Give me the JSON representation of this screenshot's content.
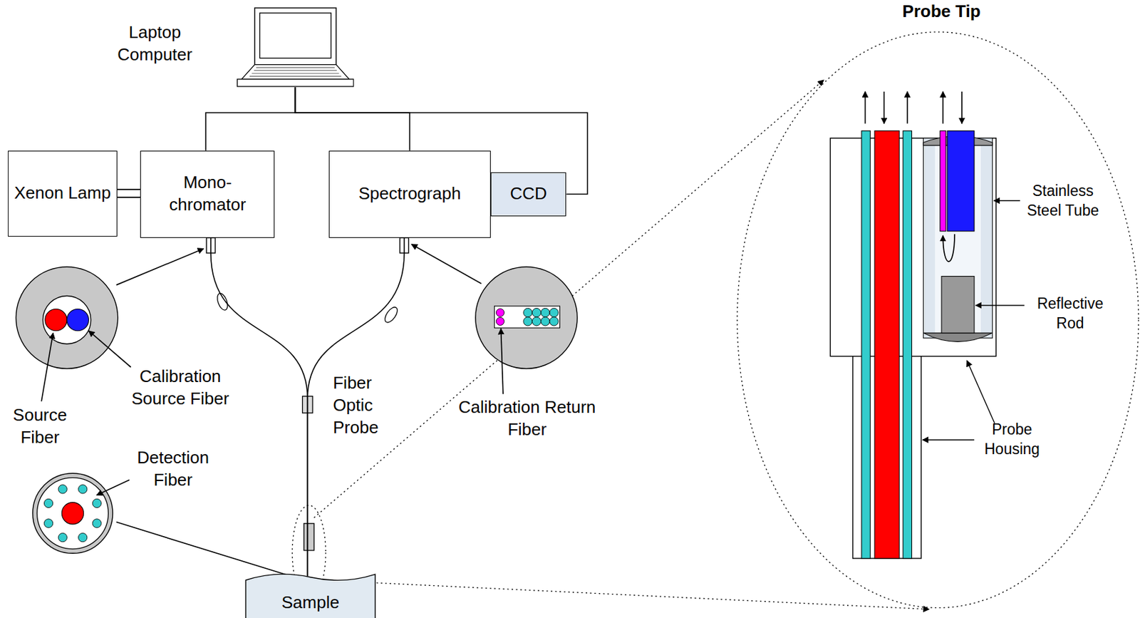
{
  "diagram": {
    "nodes": [
      {
        "text": [
          "Laptop Computer"
        ]
      },
      {
        "text": [
          "Xenon Lamp"
        ]
      },
      {
        "text": [
          "Mono- chromator"
        ]
      },
      {
        "text": [
          "Spectrograph"
        ]
      },
      {
        "text": [
          "CCD"
        ]
      },
      {
        "text": [
          "Sample"
        ]
      }
    ],
    "edges": [
      {
        "from": 1,
        "to": 2,
        "arrow": "none"
      },
      {
        "from": 0,
        "to": 2,
        "arrow": "none"
      },
      {
        "from": 0,
        "to": 3,
        "arrow": "none"
      },
      {
        "from": 0,
        "to": 4,
        "arrow": "none"
      },
      {
        "from": 2,
        "to": 5,
        "arrow": "none"
      },
      {
        "from": 3,
        "to": 5,
        "arrow": "none"
      }
    ],
    "labels": [
      "Fiber Optic Probe",
      "Calibration Source Fiber",
      "Source Fiber",
      "Detection Fiber",
      "Calibration Return Fiber",
      "Probe Tip",
      "Stainless Steel Tube",
      "Reflective Rod",
      "Probe Housing"
    ]
  }
}
